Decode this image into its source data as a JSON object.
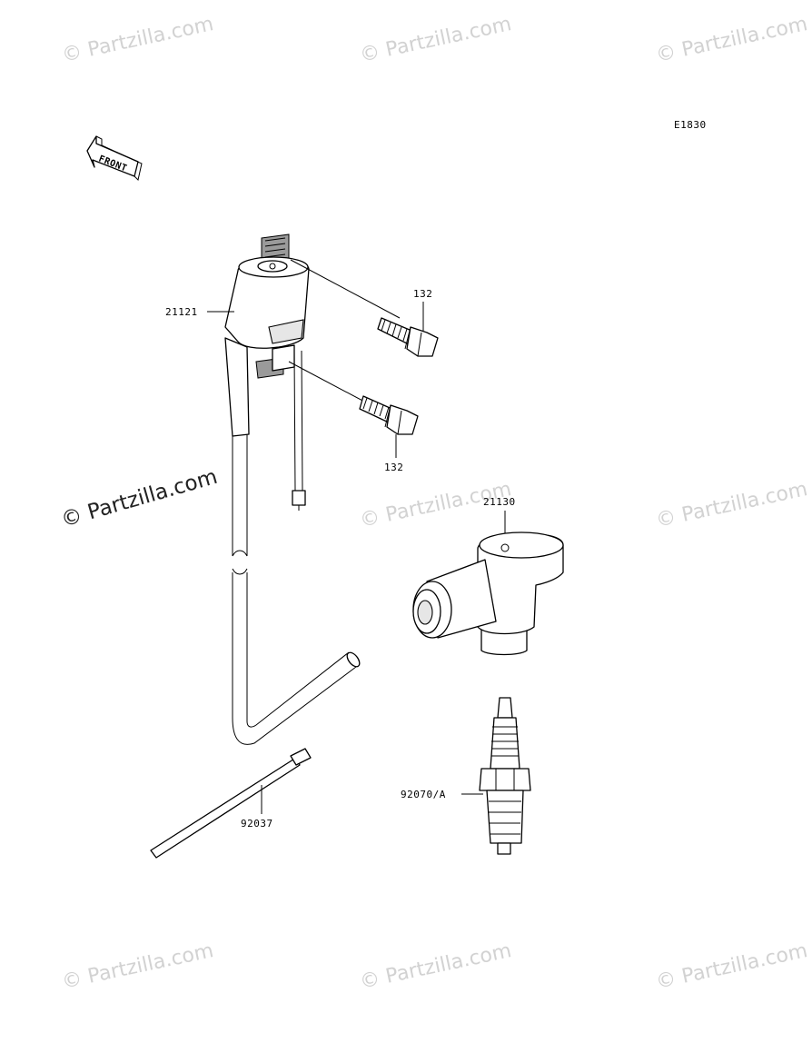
{
  "diagram_code": "E1830",
  "front_marker": "FRONT",
  "watermark_text": "© Partzilla.com",
  "parts": {
    "coil": "21121",
    "bolt_upper": "132",
    "bolt_lower": "132",
    "cap": "21130",
    "tie": "92037",
    "plug": "92070/A"
  },
  "colors": {
    "watermark": "#d2d2d2",
    "line": "#000000"
  }
}
